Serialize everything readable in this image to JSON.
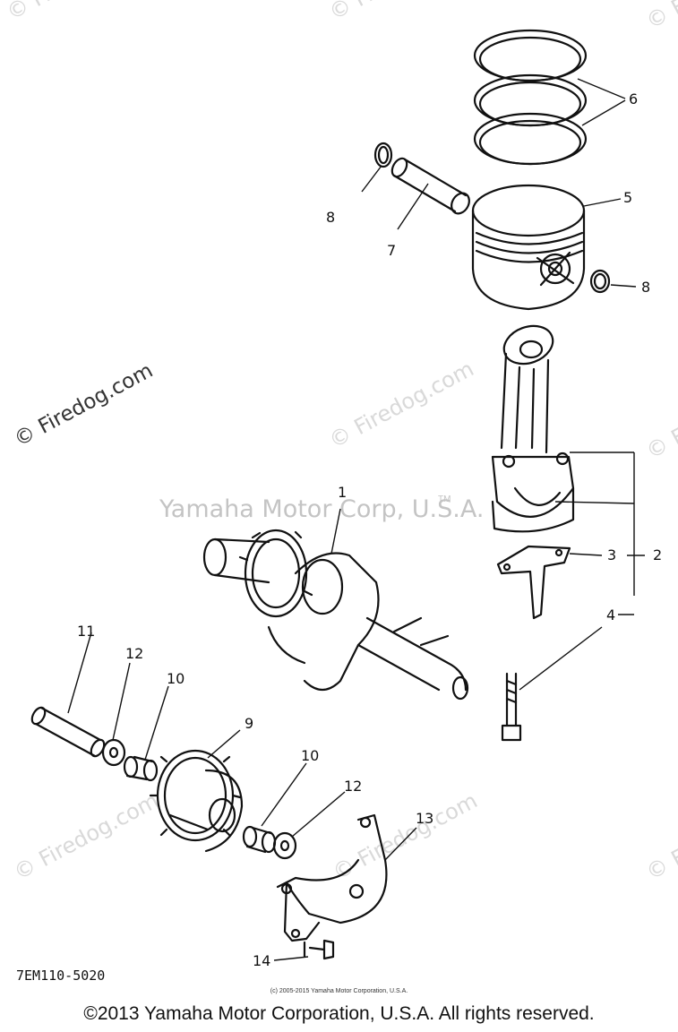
{
  "watermarks": {
    "firedog": "© Firedog.com",
    "yamaha": "Yamaha Motor Corp, U.S.A.",
    "tm": "TM"
  },
  "parts": {
    "p1": "1",
    "p2": "2",
    "p3": "3",
    "p4": "4",
    "p5": "5",
    "p6": "6",
    "p7": "7",
    "p8a": "8",
    "p8b": "8",
    "p9": "9",
    "p10a": "10",
    "p10b": "10",
    "p11": "11",
    "p12a": "12",
    "p12b": "12",
    "p13": "13",
    "p14": "14"
  },
  "diagram_code": "7EM110-5020",
  "copyright_small": "(c) 2005-2015 Yamaha Motor Corporation, U.S.A.",
  "copyright_main": "©2013 Yamaha Motor Corporation, U.S.A. All rights reserved."
}
